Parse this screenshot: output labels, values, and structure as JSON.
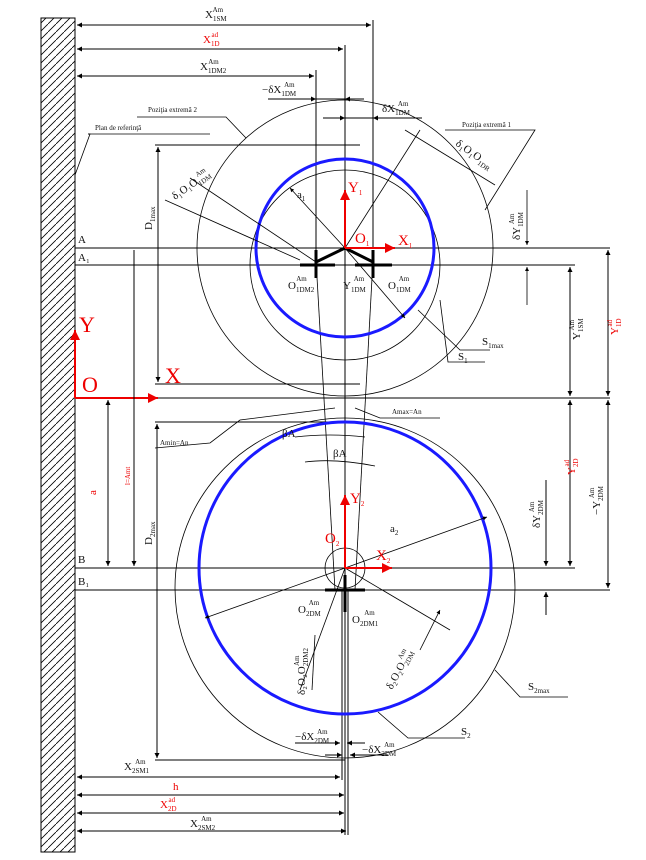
{
  "colors": {
    "accent_red": "#e00000",
    "circle_blue": "#1a1aff",
    "line": "#000000"
  },
  "labels": {
    "x1sm": {
      "t": "X",
      "sub": "1SM",
      "sup": "Am"
    },
    "x1d": {
      "t": "X",
      "sub": "1D",
      "sup": "ad"
    },
    "x1dm2": {
      "t": "X",
      "sub": "1DM2",
      "sup": "Am"
    },
    "mdx1dm": {
      "t": "−δX",
      "sub": "1DM",
      "sup": "Am"
    },
    "dx1dm": {
      "t": "δX",
      "sub": "1DM",
      "sup": "Am"
    },
    "pos2": "Poziţia extremă 2",
    "pos1": "Poziţia extremă 1",
    "plan": "Plan de referinţă",
    "d1oo1dm": {
      "t": "δ₁O₁O",
      "sub": "1DM",
      "sup": "Am"
    },
    "d1oo1dr": {
      "t": "δ₁O₁O",
      "sub": "1DR",
      "sup": ""
    },
    "d1max": {
      "t": "D",
      "sub": "1max",
      "sup": ""
    },
    "a1": {
      "t": "a",
      "sub": "1",
      "sup": ""
    },
    "y1": {
      "t": "Y",
      "sub": "1",
      "sup": ""
    },
    "o1": {
      "t": "O",
      "sub": "1",
      "sup": ""
    },
    "x1": {
      "t": "X",
      "sub": "1",
      "sup": ""
    },
    "o1dm2": {
      "t": "O",
      "sub": "1DM2",
      "sup": "Am"
    },
    "y1dm": {
      "t": "Y",
      "sub": "1DM",
      "sup": "Am"
    },
    "o1dm": {
      "t": "O",
      "sub": "1DM",
      "sup": "Am"
    },
    "s1max": {
      "t": "S",
      "sub": "1max",
      "sup": ""
    },
    "s1": {
      "t": "S",
      "sub": "1",
      "sup": ""
    },
    "dy1dm": {
      "t": "δY",
      "sub": "1DM",
      "sup": "Am"
    },
    "y1sm": {
      "t": "Y",
      "sub": "1SM",
      "sup": "Am"
    },
    "y1d": {
      "t": "Y",
      "sub": "1D",
      "sup": "ad"
    },
    "A": "A",
    "A1": "A₁",
    "B": "B",
    "B1": "B₁",
    "Y": "Y",
    "O": "O",
    "X": "X",
    "l_amt": "l=Amt",
    "a": "a",
    "d2max": {
      "t": "D",
      "sub": "2max",
      "sup": ""
    },
    "amax": "Amax=An",
    "amin": "Amin=An",
    "betaA1": "βA",
    "betaA2": "βA",
    "y2": {
      "t": "Y",
      "sub": "2",
      "sup": ""
    },
    "o2": {
      "t": "O",
      "sub": "2",
      "sup": ""
    },
    "x2": {
      "t": "X",
      "sub": "2",
      "sup": ""
    },
    "a2": {
      "t": "a",
      "sub": "2",
      "sup": ""
    },
    "o2dm": {
      "t": "O",
      "sub": "2DM",
      "sup": "Am"
    },
    "o2dm1": {
      "t": "O",
      "sub": "2DM1",
      "sup": "Am"
    },
    "d2oo2dm2": {
      "t": "δ₂O₂O",
      "sub": "2DM2",
      "sup": "Am"
    },
    "d2oo2dm": {
      "t": "δ₂O₂O",
      "sub": "2DM",
      "sup": "Am"
    },
    "s2max": {
      "t": "S",
      "sub": "2max",
      "sup": ""
    },
    "s2": {
      "t": "S",
      "sub": "2",
      "sup": ""
    },
    "mdx2dm1": {
      "t": "−δX",
      "sub": "2DM",
      "sup": "Am"
    },
    "mdx2dm2": {
      "t": "−δX",
      "sub": "2DM",
      "sup": "Am"
    },
    "x2sm1": {
      "t": "X",
      "sub": "2SM1",
      "sup": "Am"
    },
    "h": "h",
    "x2d": {
      "t": "X",
      "sub": "2D",
      "sup": "ad"
    },
    "x2sm2": {
      "t": "X",
      "sub": "2SM2",
      "sup": "Am"
    },
    "y2d": {
      "t": "Y",
      "sub": "2D",
      "sup": "ad"
    },
    "dy2dm": {
      "t": "δY",
      "sub": "2DM",
      "sup": "Am"
    },
    "my2dm": {
      "t": "−Y",
      "sub": "2DM",
      "sup": "Am"
    }
  }
}
